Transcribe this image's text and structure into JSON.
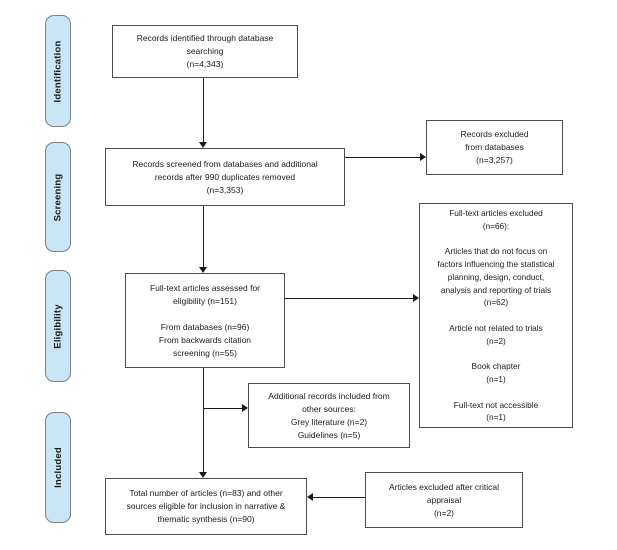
{
  "stages": [
    {
      "label": "Identification"
    },
    {
      "label": "Screening"
    },
    {
      "label": "Eligibility"
    },
    {
      "label": "Included"
    }
  ],
  "boxes": {
    "identified": {
      "text": "Records identified through database\nsearching\n(n=4,343)"
    },
    "screened": {
      "text": "Records screened from databases and additional\nrecords after 990 duplicates removed\n(n=3,353)"
    },
    "records_excluded": {
      "text": "Records excluded\nfrom databases\n(n=3,257)"
    },
    "fulltext_assessed": {
      "text": "Full-text articles assessed for\neligibility (n=151)\n\nFrom databases (n=96)\nFrom backwards citation\nscreening (n=55)"
    },
    "fulltext_excluded": {
      "text": "Full-text articles excluded\n(n=66):\n\nArticles that do not focus on\nfactors influencing the statistical\nplanning, design, conduct,\nanalysis and reporting of trials\n(n=62)\n\nArticle not related to trials\n(n=2)\n\nBook chapter\n(n=1)\n\nFull-text not accessible\n(n=1)"
    },
    "additional_records": {
      "text": "Additional records included from\nother sources:\nGrey literature (n=2)\nGuidelines (n=5)"
    },
    "total_included": {
      "text": "Total number of articles (n=83) and other\nsources eligible for inclusion in narrative &\nthematic synthesis (n=90)"
    },
    "critical_appraisal": {
      "text": "Articles excluded after critical\nappraisal\n(n=2)"
    }
  },
  "colors": {
    "stage_fill": "#c9e6f6",
    "stage_border": "#7f7f7f",
    "box_border": "#4d4d4d",
    "arrow": "#1a1a1a",
    "text": "#1c1c1c",
    "background": "#ffffff"
  }
}
